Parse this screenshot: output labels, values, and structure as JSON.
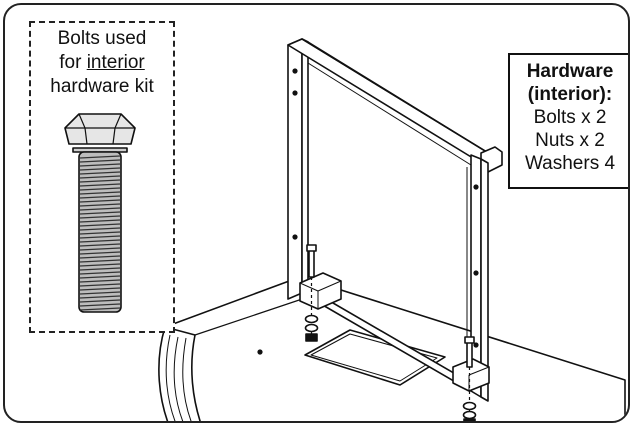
{
  "kit_label": {
    "line1": "Bolts used",
    "line2_prefix": "for ",
    "line2_underlined": "interior",
    "line3": "hardware kit"
  },
  "hardware_box": {
    "heading_line1": "Hardware",
    "heading_line2": "(interior):",
    "items": [
      "Bolts x 2",
      "Nuts x 2",
      "Washers 4"
    ]
  },
  "icons": {
    "bolt": "hex-bolt-icon",
    "assembly": "cabinet-frame-assembly-icon"
  }
}
